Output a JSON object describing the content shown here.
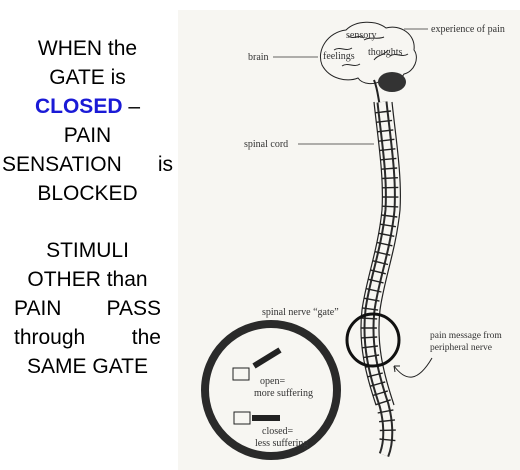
{
  "left_text": {
    "line1": "WHEN the",
    "line2": "GATE is",
    "line3_word": "CLOSED",
    "line3_dash": " –",
    "line4": "PAIN",
    "line5a": "SENSATION",
    "line5b": "is",
    "line6": "BLOCKED",
    "line7": "STIMULI",
    "line8": "OTHER than",
    "line9a": "PAIN",
    "line9b": "PASS",
    "line10a": "through",
    "line10b": "the",
    "line11": "SAME GATE"
  },
  "figure": {
    "experience_label": "experience of pain",
    "sensory_label": "sensory",
    "brain_label": "brain",
    "feelings_label": "feelings",
    "thoughts_label": "thoughts",
    "spinal_cord_label": "spinal cord",
    "gate_title": "spinal nerve “gate”",
    "open_line1": "open=",
    "open_line2": "more suffering",
    "closed_line1": "closed=",
    "closed_line2": "less suffering",
    "message_line1": "pain message from",
    "message_line2": "peripheral nerve"
  },
  "colors": {
    "closed_word": "#1a1ad6",
    "figure_ink": "#222222",
    "figure_background": "#f7f6f2"
  }
}
